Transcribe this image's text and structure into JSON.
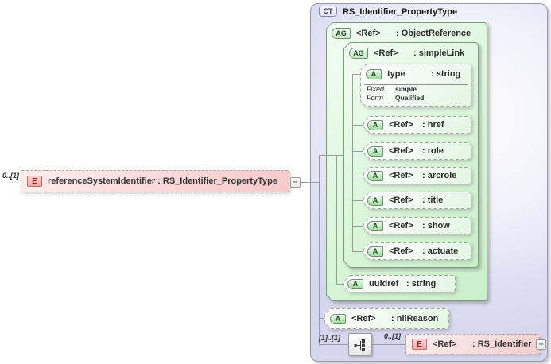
{
  "colors": {
    "element_fill": "#f5c9c9",
    "attribute_group_fill": "#c9efc9",
    "attribute_fill": "#e2f5e2",
    "panel_fill": "#d6d6ee",
    "connector": "#9a9aa0"
  },
  "source_element": {
    "cardinality": "0..[1]",
    "badge": "E",
    "label": "referenceSystemIdentifier : RS_Identifier_PropertyType",
    "collapse_glyph": "−"
  },
  "complex_type": {
    "badge": "CT",
    "title": "RS_Identifier_PropertyType",
    "object_reference": {
      "badge": "AG",
      "name": "<Ref>",
      "type": ": ObjectReference"
    },
    "simple_link": {
      "badge": "AG",
      "name": "<Ref>",
      "type": ": simpleLink"
    },
    "type_attribute": {
      "badge": "A",
      "name": "type",
      "type": ": string",
      "facts": [
        {
          "label": "Fixed",
          "value": "simple"
        },
        {
          "label": "Form",
          "value": "Qualified"
        }
      ]
    },
    "link_attributes": [
      {
        "badge": "A",
        "name": "<Ref>",
        "type": ": href"
      },
      {
        "badge": "A",
        "name": "<Ref>",
        "type": ": role"
      },
      {
        "badge": "A",
        "name": "<Ref>",
        "type": ": arcrole"
      },
      {
        "badge": "A",
        "name": "<Ref>",
        "type": ": title"
      },
      {
        "badge": "A",
        "name": "<Ref>",
        "type": ": show"
      },
      {
        "badge": "A",
        "name": "<Ref>",
        "type": ": actuate"
      }
    ],
    "uuidref_attribute": {
      "badge": "A",
      "name": "uuidref",
      "type": ": string"
    },
    "nil_reason_attribute": {
      "badge": "A",
      "name": "<Ref>",
      "type": ": nilReason"
    },
    "sequence": {
      "cardinality": "[1]..[1]",
      "icon": "sequence-icon"
    },
    "rs_identifier_element": {
      "cardinality": "0..[1]",
      "badge": "E",
      "name": "<Ref>",
      "type": ": RS_Identifier",
      "expand_glyph": "+"
    }
  }
}
